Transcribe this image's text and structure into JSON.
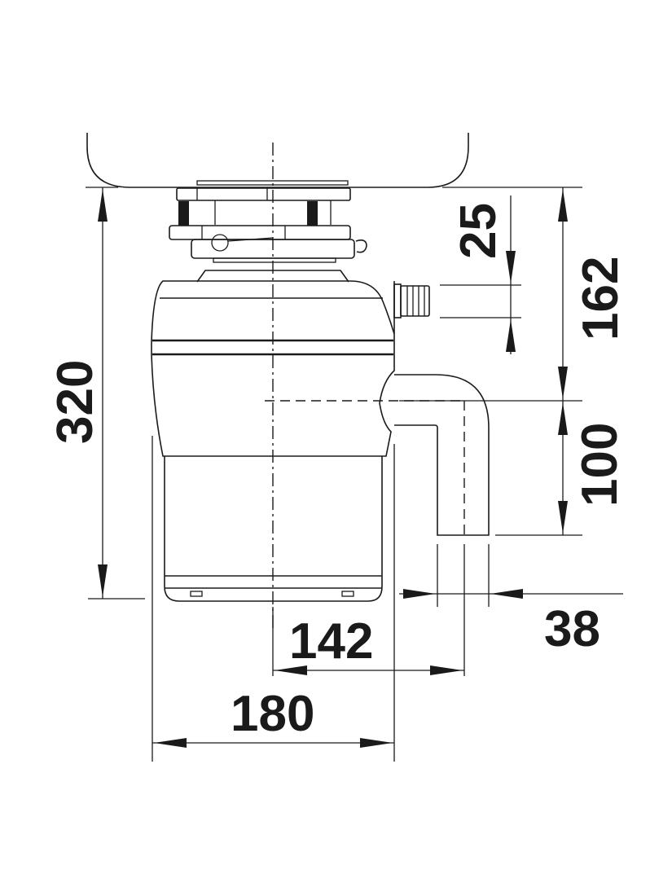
{
  "drawing": {
    "subject": "Food waste disposer dimension drawing",
    "units": "mm",
    "line_color": "#1a1a1a",
    "background": "#ffffff"
  },
  "dimensions": {
    "overall_height": "320",
    "inlet_to_outlet_top": "25",
    "sink_to_waste_outlet": "162",
    "outlet_drop": "100",
    "pipe_diameter": "38",
    "center_to_pipe": "142",
    "body_width": "180"
  }
}
